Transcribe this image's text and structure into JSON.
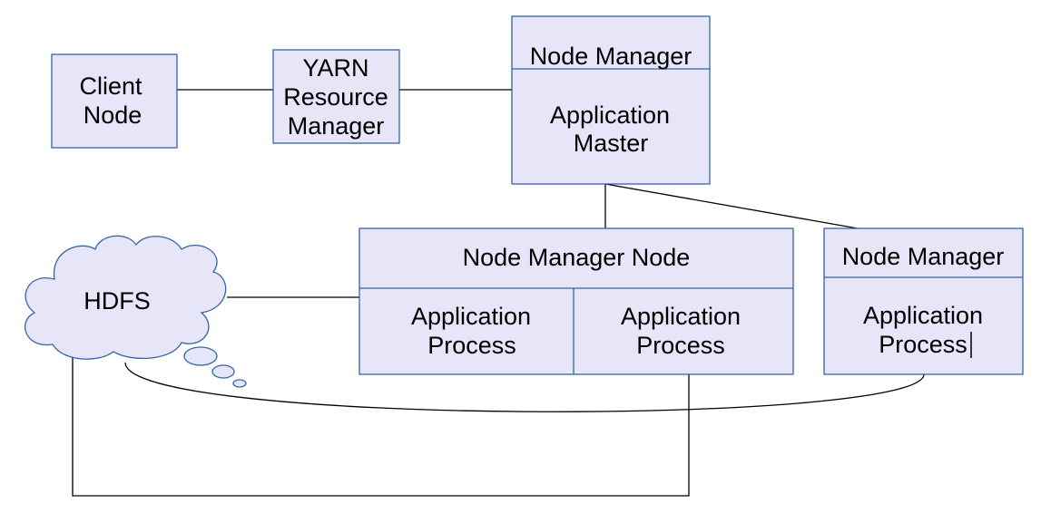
{
  "nodes": {
    "client": {
      "line1": "Client",
      "line2": "Node"
    },
    "yarn": {
      "line1": "YARN",
      "line2": "Resource",
      "line3": "Manager"
    },
    "node_manager_top": {
      "title": "Node Manager",
      "line1": "Application",
      "line2": "Master"
    },
    "node_manager_node": {
      "title": "Node Manager Node",
      "process_left": {
        "line1": "Application",
        "line2": "Process"
      },
      "process_right": {
        "line1": "Application",
        "line2": "Process"
      }
    },
    "node_manager_right": {
      "title": "Node Manager",
      "line1": "Application",
      "line2": "Process"
    },
    "hdfs": {
      "label": "HDFS"
    }
  },
  "colors": {
    "box_fill": "#e6e6f8",
    "box_stroke": "#3465a4",
    "line": "#000000"
  }
}
